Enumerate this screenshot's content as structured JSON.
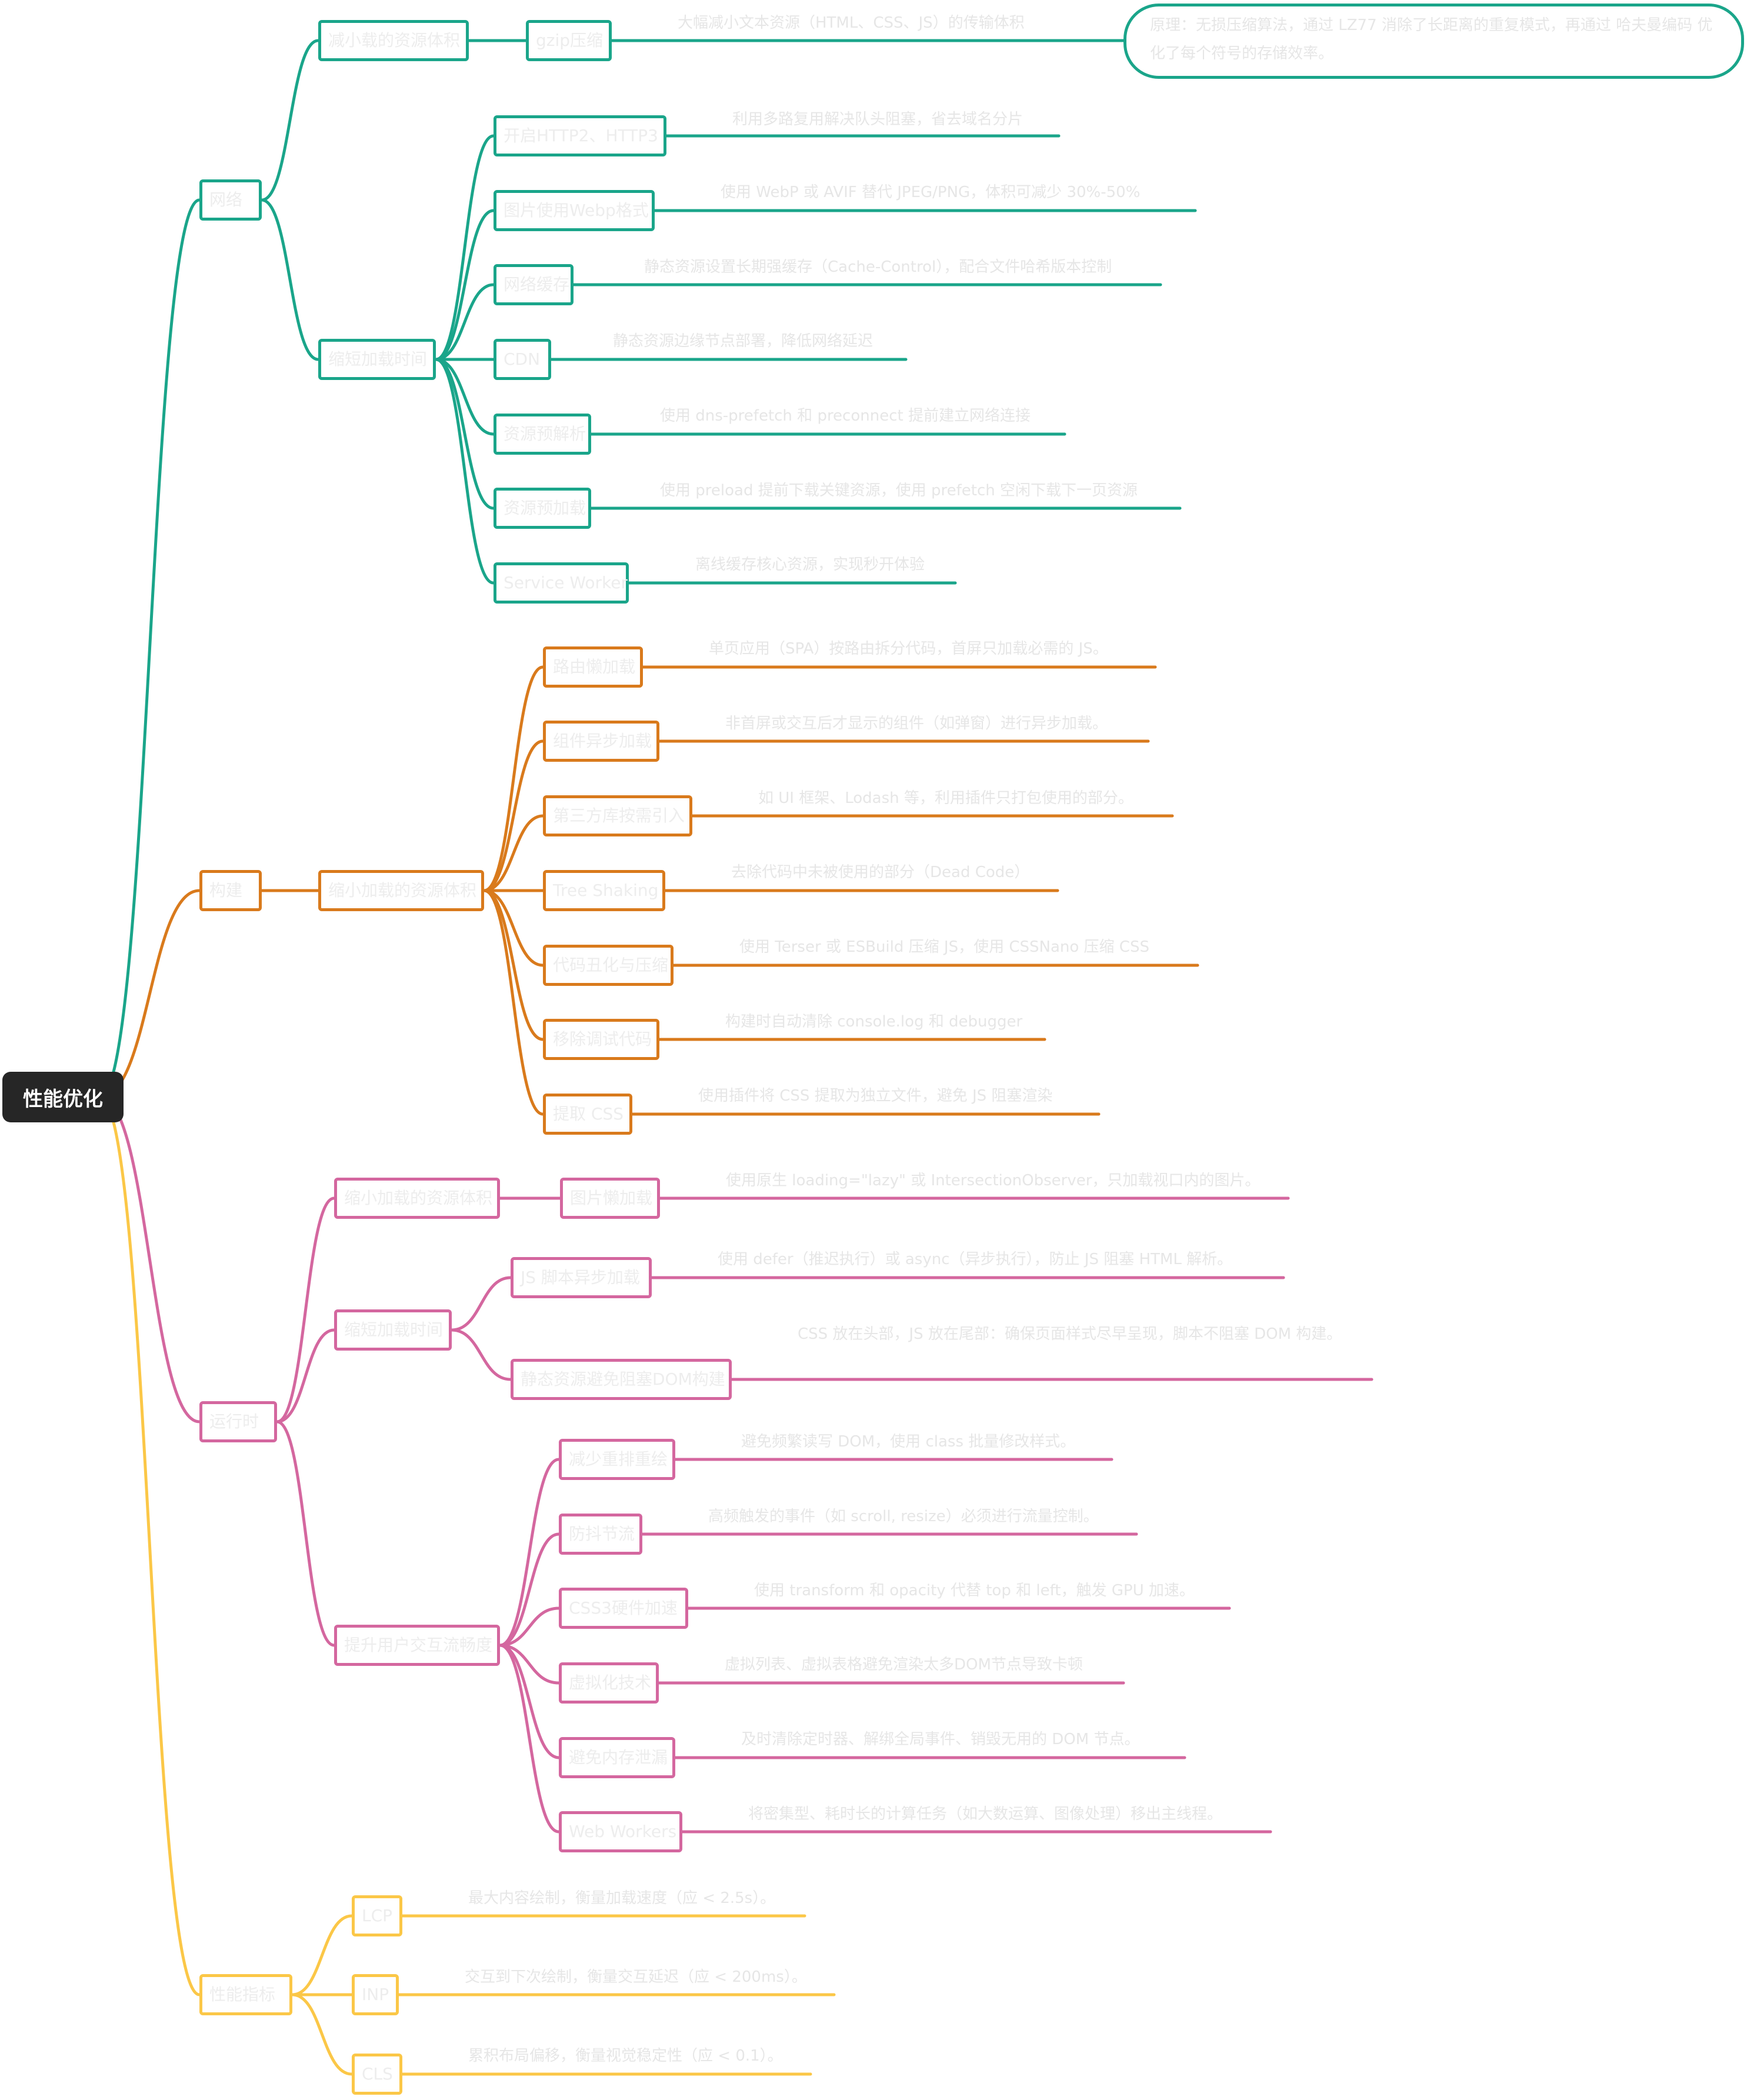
{
  "colors": {
    "network": "#1aa58a",
    "build": "#d97a1c",
    "runtime": "#d4679f",
    "metrics": "#fbc747",
    "root_bg": "#262626",
    "node_text": "#ededed",
    "leaf_text": "#e6e6e6"
  },
  "mindmap": {
    "root": "性能优化",
    "branches": [
      {
        "label": "网络",
        "color_key": "network",
        "groups": [
          {
            "label": "减小载的资源体积",
            "items": [
              {
                "label": "gzip压缩",
                "desc": "大幅减小文本资源（HTML、CSS、JS）的传输体积",
                "note": "原理：无损压缩算法，通过 LZ77 消除了长距离的重复模式，再通过 哈夫曼编码 优化了每个符号的存储效率。"
              }
            ]
          },
          {
            "label": "缩短加载时间",
            "items": [
              {
                "label": "开启HTTP2、HTTP3",
                "desc": "利用多路复用解决队头阻塞，省去域名分片"
              },
              {
                "label": "图片使用Webp格式",
                "desc": "使用 WebP 或 AVIF 替代 JPEG/PNG，体积可减少 30%-50%"
              },
              {
                "label": "网络缓存",
                "desc": "静态资源设置长期强缓存（Cache-Control），配合文件哈希版本控制"
              },
              {
                "label": "CDN",
                "desc": "静态资源边缘节点部署，降低网络延迟"
              },
              {
                "label": "资源预解析",
                "desc": "使用 dns-prefetch 和 preconnect 提前建立网络连接"
              },
              {
                "label": "资源预加载",
                "desc": "使用 preload 提前下载关键资源，使用 prefetch 空闲下载下一页资源"
              },
              {
                "label": "Service Worker",
                "desc": "离线缓存核心资源，实现秒开体验"
              }
            ]
          }
        ]
      },
      {
        "label": "构建",
        "color_key": "build",
        "groups": [
          {
            "label": "缩小加载的资源体积",
            "items": [
              {
                "label": "路由懒加载",
                "desc": "单页应用（SPA）按路由拆分代码，首屏只加载必需的 JS。"
              },
              {
                "label": "组件异步加载",
                "desc": "非首屏或交互后才显示的组件（如弹窗）进行异步加载。"
              },
              {
                "label": "第三方库按需引入",
                "desc": "如 UI 框架、Lodash 等，利用插件只打包使用的部分。"
              },
              {
                "label": "Tree Shaking",
                "desc": "去除代码中未被使用的部分（Dead Code）"
              },
              {
                "label": "代码丑化与压缩",
                "desc": "使用 Terser 或 ESBuild 压缩 JS，使用 CSSNano 压缩 CSS"
              },
              {
                "label": "移除调试代码",
                "desc": "构建时自动清除 console.log 和 debugger"
              },
              {
                "label": "提取 CSS",
                "desc": "使用插件将 CSS 提取为独立文件，避免 JS 阻塞渲染"
              }
            ]
          }
        ]
      },
      {
        "label": "运行时",
        "color_key": "runtime",
        "groups": [
          {
            "label": "缩小加载的资源体积",
            "items": [
              {
                "label": "图片懒加载",
                "desc": "使用原生 loading=\"lazy\" 或 IntersectionObserver，只加载视口内的图片。"
              }
            ]
          },
          {
            "label": "缩短加载时间",
            "items": [
              {
                "label": "JS 脚本异步加载",
                "desc": "使用 defer（推迟执行）或 async（异步执行），防止 JS 阻塞 HTML 解析。"
              },
              {
                "label": "静态资源避免阻塞DOM构建",
                "desc": "CSS 放在头部，JS 放在尾部：确保页面样式尽早呈现，脚本不阻塞 DOM 构建。"
              }
            ]
          },
          {
            "label": "提升用户交互流畅度",
            "items": [
              {
                "label": "减少重排重绘",
                "desc": "避免频繁读写 DOM，使用 class 批量修改样式。"
              },
              {
                "label": "防抖节流",
                "desc": "高频触发的事件（如 scroll, resize）必须进行流量控制。"
              },
              {
                "label": "CSS3硬件加速",
                "desc": "使用 transform 和 opacity 代替 top 和 left，触发 GPU 加速。"
              },
              {
                "label": "虚拟化技术",
                "desc": "虚拟列表、虚拟表格避免渲染太多DOM节点导致卡顿"
              },
              {
                "label": "避免内存泄漏",
                "desc": "及时清除定时器、解绑全局事件、销毁无用的 DOM 节点。"
              },
              {
                "label": "Web Workers",
                "desc": "将密集型、耗时长的计算任务（如大数运算、图像处理）移出主线程。"
              }
            ]
          }
        ]
      },
      {
        "label": "性能指标",
        "color_key": "metrics",
        "groups": [
          {
            "label": "",
            "items": [
              {
                "label": "LCP",
                "desc": "最大内容绘制，衡量加载速度（应 < 2.5s）。"
              },
              {
                "label": "INP",
                "desc": "交互到下次绘制，衡量交互延迟（应 < 200ms）。"
              },
              {
                "label": "CLS",
                "desc": "累积布局偏移，衡量视觉稳定性（应 < 0.1）。"
              }
            ]
          }
        ]
      }
    ]
  }
}
